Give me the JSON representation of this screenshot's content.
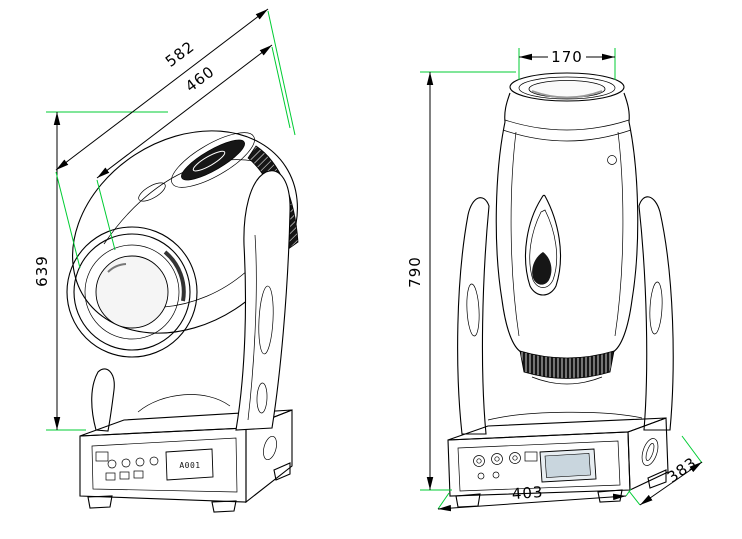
{
  "drawing": {
    "colors": {
      "outline": "#000000",
      "extension_line": "#00cc33",
      "dark_fill": "#161616",
      "display_screen": "#e8eef2"
    },
    "views": {
      "left": {
        "display_text": "A001",
        "dimensions": {
          "d582": "582",
          "d460": "460",
          "d639": "639"
        }
      },
      "right": {
        "dimensions": {
          "d170": "170",
          "d790": "790",
          "d403": "403",
          "d383": "383"
        }
      }
    }
  }
}
